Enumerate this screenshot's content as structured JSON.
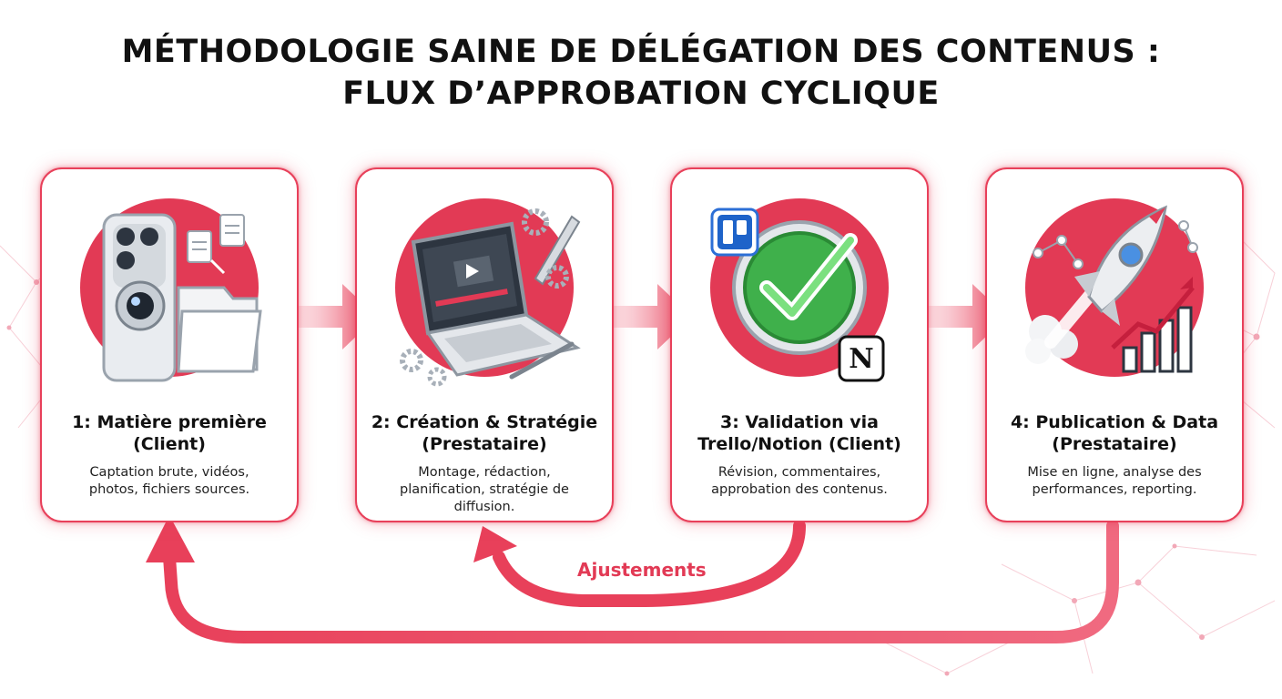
{
  "title": {
    "line1": "MÉTHODOLOGIE SAINE DE DÉLÉGATION DES CONTENUS :",
    "line2": "FLUX D’APPROBATION CYCLIQUE"
  },
  "steps": [
    {
      "title_line1": "1: Matière première",
      "title_line2": "(Client)",
      "desc_line1": "Captation brute, vidéos,",
      "desc_line2": "photos, fichiers sources.",
      "icon": "smartphone-folder-icon"
    },
    {
      "title_line1": "2: Création & Stratégie",
      "title_line2": "(Prestataire)",
      "desc_line1": "Montage, rédaction,",
      "desc_line2": "planification, stratégie de",
      "desc_line3": "diffusion.",
      "icon": "laptop-editing-icon"
    },
    {
      "title_line1": "3: Validation via",
      "title_line2": "Trello/Notion (Client)",
      "desc_line1": "Révision, commentaires,",
      "desc_line2": "approbation des contenus.",
      "icon": "checkmark-icon"
    },
    {
      "title_line1": "4: Publication & Data",
      "title_line2": "(Prestataire)",
      "desc_line1": "Mise en ligne, analyse des",
      "desc_line2": "performances, reporting.",
      "icon": "rocket-chart-icon"
    }
  ],
  "feedback_label": "Ajustements",
  "colors": {
    "accent": "#e23a55",
    "accent_light": "#f7a3b2",
    "text": "#111111"
  }
}
